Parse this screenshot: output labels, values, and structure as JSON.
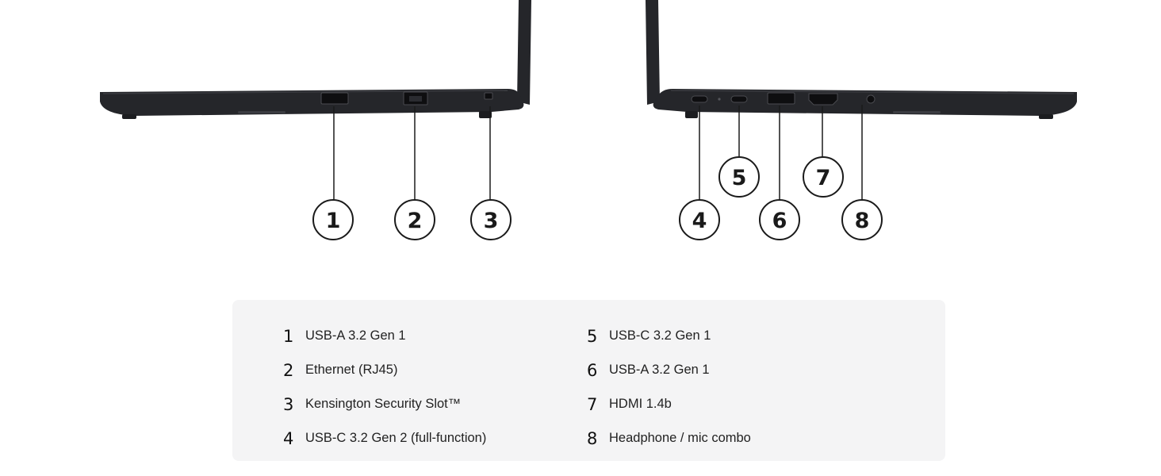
{
  "ports_left": [
    {
      "num": "1",
      "label": "USB-A 3.2 Gen 1"
    },
    {
      "num": "2",
      "label": "Ethernet (RJ45)"
    },
    {
      "num": "3",
      "label": "Kensington Security Slot™"
    },
    {
      "num": "4",
      "label": "USB-C 3.2 Gen 2 (full-function)"
    }
  ],
  "ports_right": [
    {
      "num": "5",
      "label": "USB-C 3.2 Gen 1"
    },
    {
      "num": "6",
      "label": "USB-A 3.2 Gen 1"
    },
    {
      "num": "7",
      "label": "HDMI 1.4b"
    },
    {
      "num": "8",
      "label": "Headphone / mic combo"
    }
  ],
  "colors": {
    "chassis": "#25262a",
    "chassis_edge": "#3a3b40",
    "panel_bg": "#f4f4f5",
    "callout_stroke": "#1a1a1a"
  }
}
